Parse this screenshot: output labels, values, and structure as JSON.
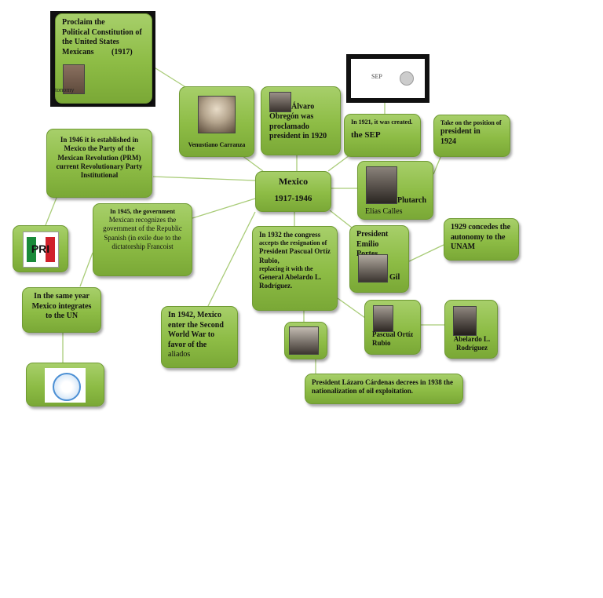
{
  "center": {
    "title": "Mexico",
    "years": "1917-1946"
  },
  "constitution": {
    "line1": "Proclaim the",
    "line2": "Political Constitution of",
    "line3": "the United States",
    "line4": "Mexicans",
    "year": "(1917)",
    "overlay": "tonomy"
  },
  "carranza": {
    "label": "Venustiano Carranza"
  },
  "obregon": {
    "first": "Álvaro",
    "rest": "Obregón was proclamado president in 1920"
  },
  "sep": {
    "line1": "In 1921, it was created.",
    "line2": "the SEP",
    "logo_text": "SEP"
  },
  "position1924": {
    "line1": "Take on the position of",
    "line2": "president in",
    "line3": "1924"
  },
  "prm": {
    "text": "In 1946 it is established in Mexico the Party of the Mexican Revolution (PRM) current Revolutionary Party Institutional"
  },
  "calles": {
    "name1": "Plutarch",
    "name2": "Elías Calles"
  },
  "spain": {
    "line1": "In 1945, the government",
    "line2": "Mexican recognizes the government of the Republic Spanish (in exile due to the dictatorship Francoist"
  },
  "rubio_resign": {
    "line1": "In 1932 the congress",
    "line2": "accepts the resignation of",
    "line3": "President Pascual Ortíz Rubio,",
    "line4": "replacing it with the",
    "line5": "General Abelardo L. Rodríguez."
  },
  "portes": {
    "line1": "President",
    "line2": "Emilio Portes",
    "line3": "Gil"
  },
  "unam": {
    "text": "1929 concedes the autonomy to the UNAM"
  },
  "pri": {
    "logo_letters": "PRI"
  },
  "un": {
    "text": "In the same year Mexico integrates to the UN"
  },
  "ww2": {
    "line1": "In 1942, Mexico enter the Second World War to favor of the",
    "line2": "aliados"
  },
  "ortiz": {
    "name": "Pascual Ortíz Rubio"
  },
  "abelardo": {
    "name": "Abelardo L. Rodríguez"
  },
  "cardenas": {
    "text": "President Lázaro Cárdenas decrees in 1938 the nationalization of oil exploitation."
  },
  "colors": {
    "node": "#8dbc45",
    "border": "#6f9a33",
    "line": "#9fc46a"
  }
}
